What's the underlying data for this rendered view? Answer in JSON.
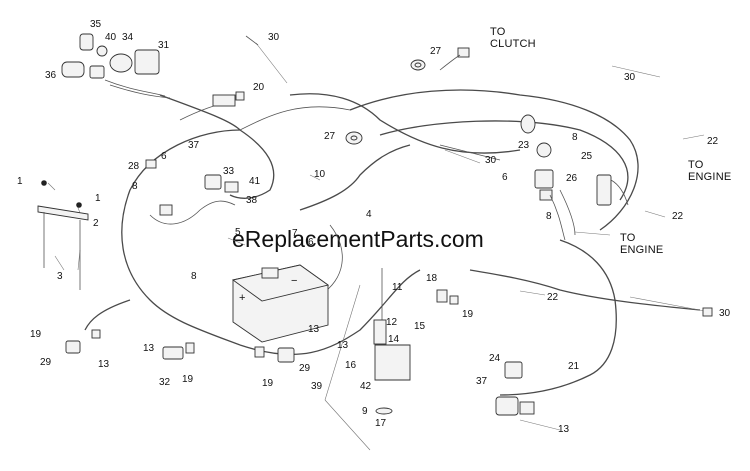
{
  "watermark": "eReplacementParts.com",
  "annotations": {
    "to_clutch_1": "TO",
    "to_clutch_2": "CLUTCH",
    "to_engine_right_1": "TO",
    "to_engine_right_2": "ENGINE",
    "to_engine_mid_1": "TO",
    "to_engine_mid_2": "ENGINE"
  },
  "battery": {
    "plus": "+",
    "minus": "−"
  },
  "callouts": {
    "c35": "35",
    "c40": "40",
    "c34": "34",
    "c31": "31",
    "c36": "36",
    "c30a": "30",
    "c20": "20",
    "c27a": "27",
    "c30b": "30",
    "c22a": "22",
    "c37a": "37",
    "c6a": "6",
    "c28": "28",
    "c8a": "8",
    "c33": "33",
    "c41": "41",
    "c38": "38",
    "c27b": "27",
    "c10": "10",
    "c30c": "30",
    "c23": "23",
    "c8b": "8",
    "c25": "25",
    "c6b": "6",
    "c26": "26",
    "c8c": "8",
    "c22b": "22",
    "c1a": "1",
    "c1b": "1",
    "c2": "2",
    "c3": "3",
    "c4": "4",
    "c5": "5",
    "c7": "7",
    "c6c": "6",
    "c8d": "8",
    "c11": "11",
    "c18": "18",
    "c19a": "19",
    "c22c": "22",
    "c30d": "30",
    "c12": "12",
    "c14": "14",
    "c15": "15",
    "c13a": "13",
    "c16": "16",
    "c42": "42",
    "c9": "9",
    "c17": "17",
    "c19b": "19",
    "c29a": "29",
    "c13b": "13",
    "c13c": "13",
    "c32": "32",
    "c19c": "19",
    "c13d": "13",
    "c29b": "29",
    "c19d": "19",
    "c39": "39",
    "c24": "24",
    "c21": "21",
    "c37b": "37",
    "c13e": "13"
  }
}
